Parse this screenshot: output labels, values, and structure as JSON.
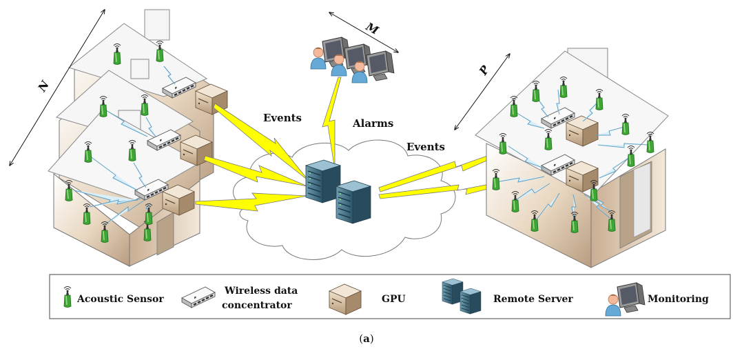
{
  "diagram": {
    "dimension_labels": {
      "houses": "N",
      "monitors": "M",
      "facility": "P"
    },
    "link_labels": {
      "events_left": "Events",
      "alarms": "Alarms",
      "events_right": "Events"
    },
    "legend": {
      "acoustic_sensor": "Acoustic Sensor",
      "wireless_line1": "Wireless data",
      "wireless_line2": "concentrator",
      "gpu": "GPU",
      "remote_server": "Remote Server",
      "monitoring": "Monitoring"
    },
    "caption_open": "(",
    "caption_letter": "a",
    "caption_close": ")"
  },
  "colors": {
    "sensor_green": "#3fa535",
    "lightning": "#ffff00",
    "house_wall": "#ead9c4",
    "house_roof": "#f5f5f5",
    "server": "#3f6f86"
  }
}
